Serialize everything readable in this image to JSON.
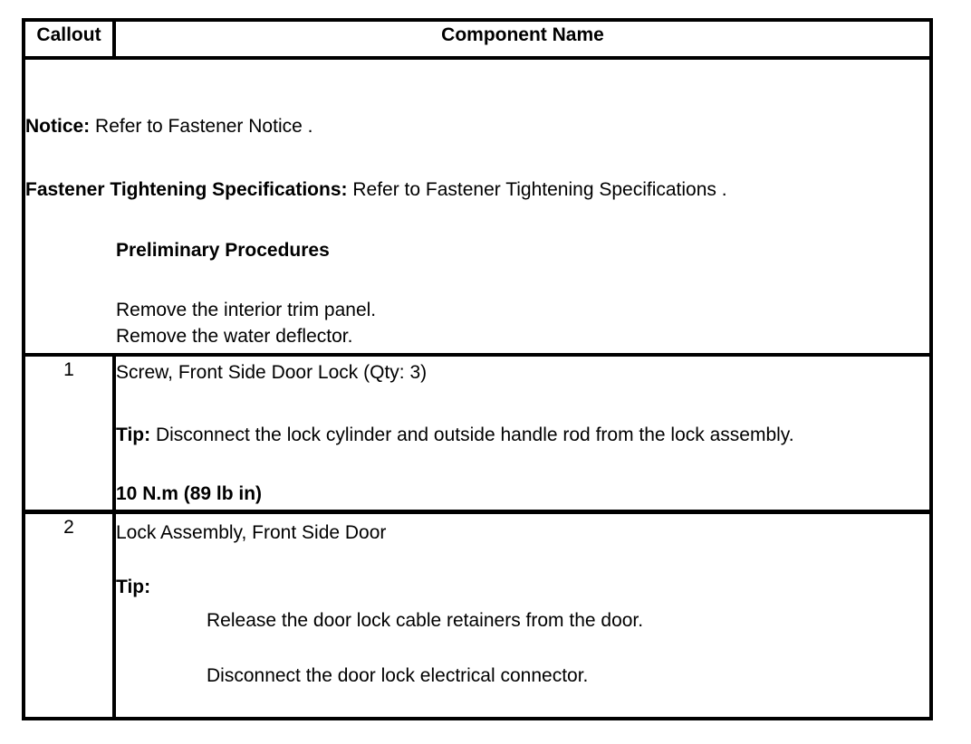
{
  "table": {
    "header": {
      "callout": "Callout",
      "component_name": "Component Name"
    },
    "preamble": {
      "notice_label": "Notice:",
      "notice_text": " Refer to Fastener Notice .",
      "fastener_label": "Fastener Tightening Specifications:",
      "fastener_text": " Refer to Fastener Tightening Specifications .",
      "preliminary_heading": "Preliminary Procedures",
      "preliminary_steps": [
        "Remove the interior trim panel.",
        "Remove the water deflector."
      ]
    },
    "rows": [
      {
        "callout": "1",
        "component": "Screw, Front Side Door Lock (Qty: 3)",
        "tip_label": "Tip:",
        "tip_text": " Disconnect the lock cylinder and outside handle rod from the lock assembly.",
        "torque": "10 N.m (89 lb in)"
      },
      {
        "callout": "2",
        "component": "Lock Assembly, Front Side Door",
        "tip_label": "Tip:",
        "tip_items": [
          "Release the door lock cable retainers from the door.",
          "Disconnect the door lock electrical connector."
        ]
      }
    ]
  }
}
